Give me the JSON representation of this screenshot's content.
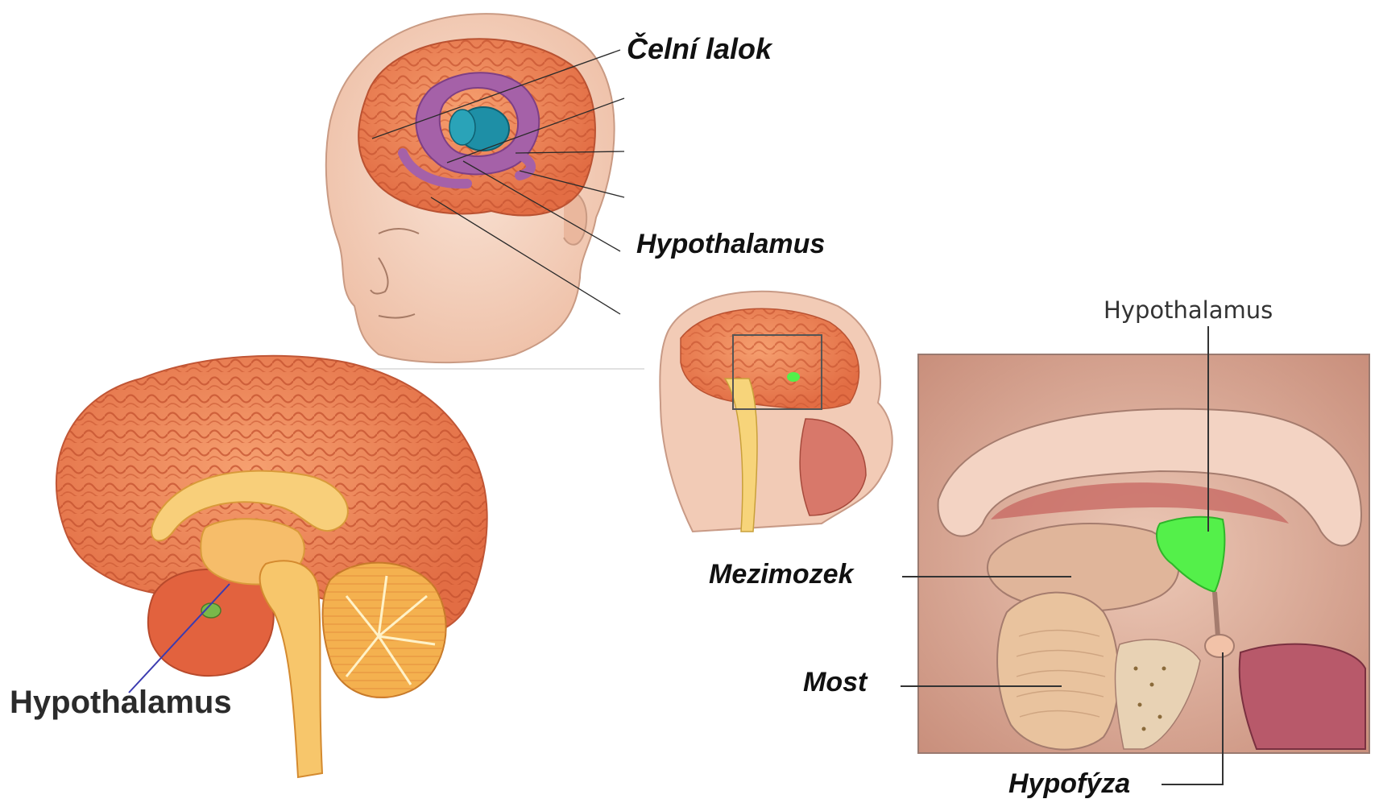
{
  "labels": {
    "frontal_lobe": "Čelní lalok",
    "hypothalamus_head": "Hypothalamus",
    "hypothalamus_brain": "Hypothalamus",
    "hypothalamus_detail": "Hypothalamus",
    "diencephalon": "Mezimozek",
    "pons": "Most",
    "pituitary": "Hypofýza"
  },
  "colors": {
    "brain_cortex": "#ef8a5a",
    "brain_light": "#f6b58e",
    "limbic": "#a561a8",
    "thalamus": "#1e8fa6",
    "skin": "#f5d6c4",
    "stem": "#f7c66b",
    "hypothalamus_highlight": "#54f04a",
    "detail_bg": "#e4b7a3"
  }
}
